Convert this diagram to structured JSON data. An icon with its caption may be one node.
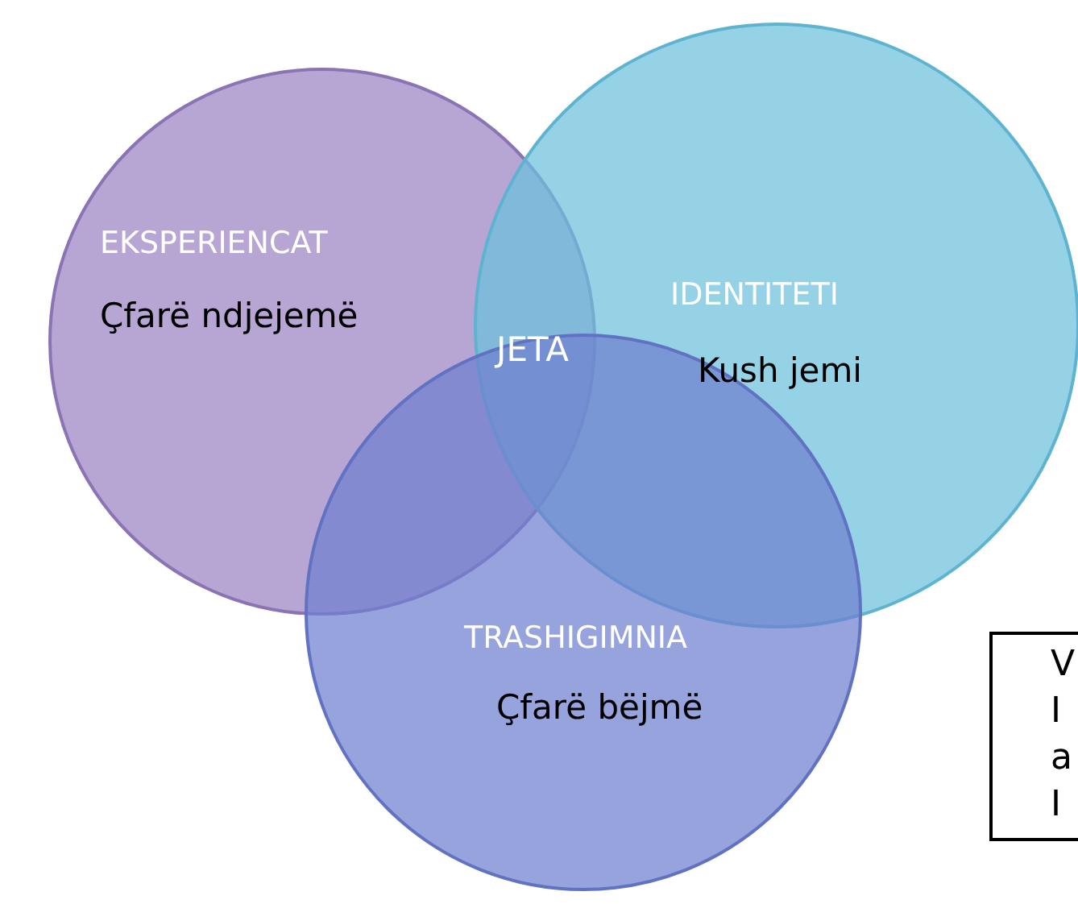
{
  "diagram": {
    "nodes": [
      {
        "text": [
          "EKSPERIENCAT",
          "Çfarë ndjejemë"
        ]
      },
      {
        "text": [
          "IDENTITETI",
          "Kush jemi"
        ]
      },
      {
        "text": [
          "TRASHIGIMNIA",
          "Çfarë bëjmë"
        ]
      },
      {
        "text": [
          "V I a I"
        ]
      }
    ],
    "edges": [],
    "labels": [
      "JETA"
    ]
  }
}
